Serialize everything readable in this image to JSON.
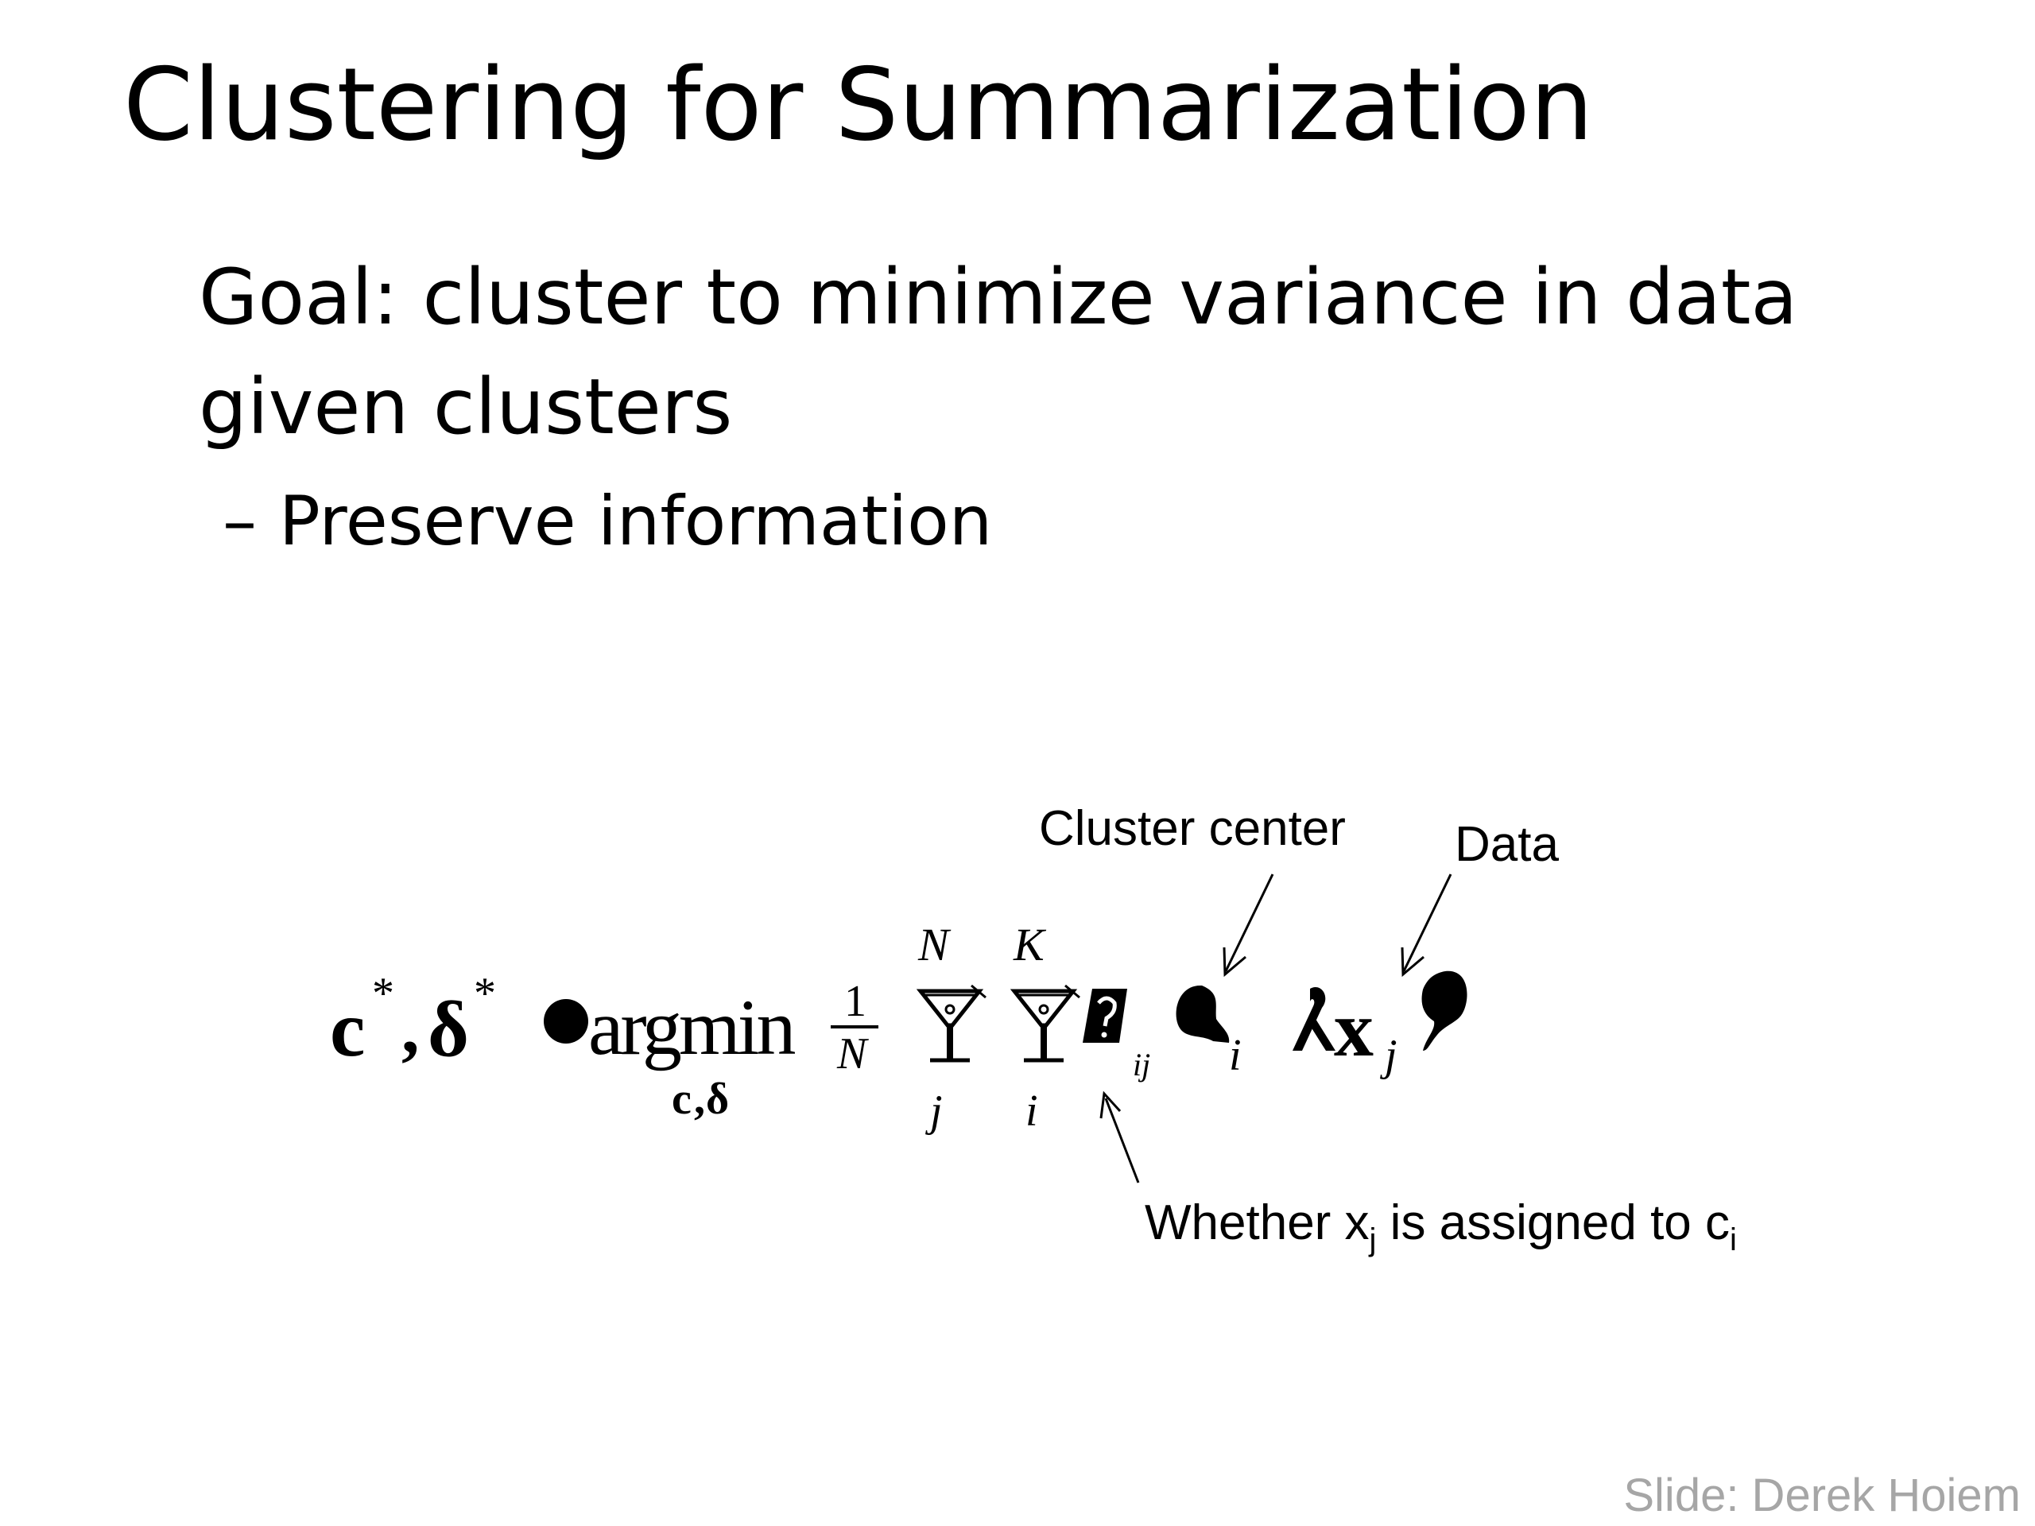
{
  "slide": {
    "title": "Clustering for Summarization",
    "goal_text": "Goal: cluster to minimize variance in data given clusters",
    "sub_bullet_dash": "–",
    "sub_bullet": "Preserve information"
  },
  "equation": {
    "lhs_c": "c",
    "lhs_c_star": "*",
    "lhs_comma": ",",
    "lhs_delta": "δ",
    "lhs_delta_star": "*",
    "argmin": "argmin",
    "argmin_sub_c": "c",
    "argmin_sub_comma": ",",
    "argmin_sub_delta": "δ",
    "frac_num": "1",
    "frac_den": "N",
    "sum1_upper": "N",
    "sum1_lower": "j",
    "sum2_upper": "K",
    "sum2_lower": "i",
    "delta_sub": "ij",
    "c_sub": "i",
    "x_symbol": "x",
    "x_sub": "j"
  },
  "annotations": {
    "cluster_center": "Cluster center",
    "data": "Data",
    "assigned_prefix": "Whether x",
    "assigned_sub_j": "j",
    "assigned_middle": " is assigned to c",
    "assigned_sub_i": "i"
  },
  "credit": "Slide: Derek Hoiem"
}
